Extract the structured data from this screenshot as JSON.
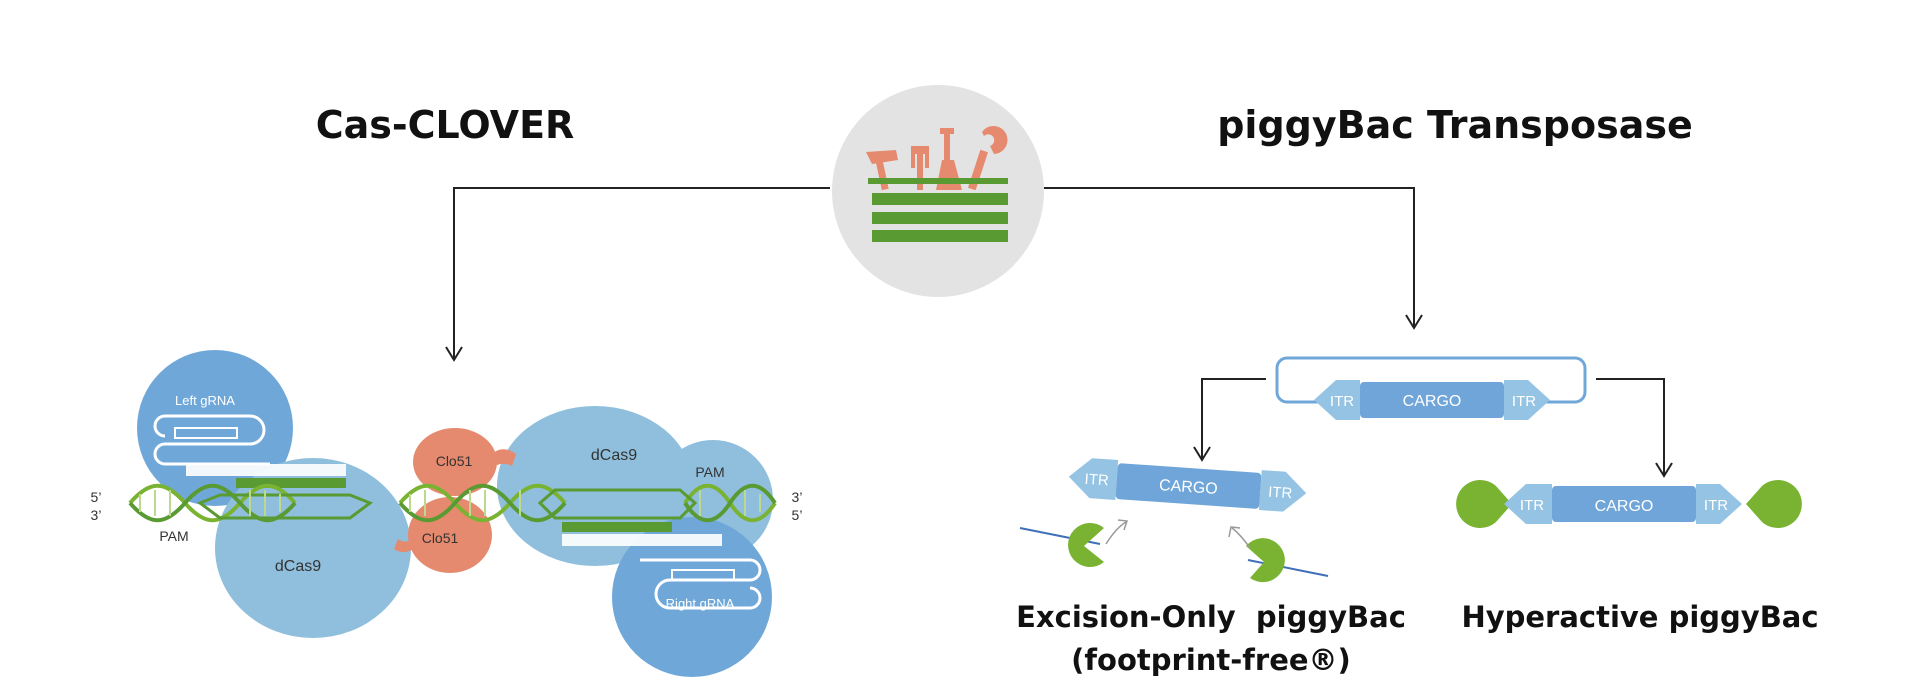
{
  "titles": {
    "left": "Cas-CLOVER",
    "right": "piggyBac Transposase"
  },
  "cas_clover": {
    "left_grna": "Left gRNA",
    "right_grna": "Right gRNA",
    "dcas9_left": "dCas9",
    "dcas9_right": "dCas9",
    "clo51_top": "Clo51",
    "clo51_bottom": "Clo51",
    "pam_left": "PAM",
    "pam_right": "PAM",
    "end_5_left": "5’",
    "end_3_left": "3’",
    "end_3_right": "3’",
    "end_5_right": "5’"
  },
  "piggybac": {
    "itr_label": "ITR",
    "cargo_label": "CARGO",
    "excision_caption_line1": "Excision-Only  piggyBac",
    "excision_caption_line2": "(footprint-free®)",
    "hyperactive_caption": "Hyperactive piggyBac"
  },
  "colors": {
    "toolbox_green": "#5a9a32",
    "tool_salmon": "#e58a6e",
    "blue_light": "#8fbfdc",
    "blue_mid": "#6fa8d8",
    "cargo_blue": "#6fa5d9",
    "itr_blue": "#94c3e3",
    "pacman_green": "#7ab332",
    "gray_circle": "#e3e3e3"
  }
}
